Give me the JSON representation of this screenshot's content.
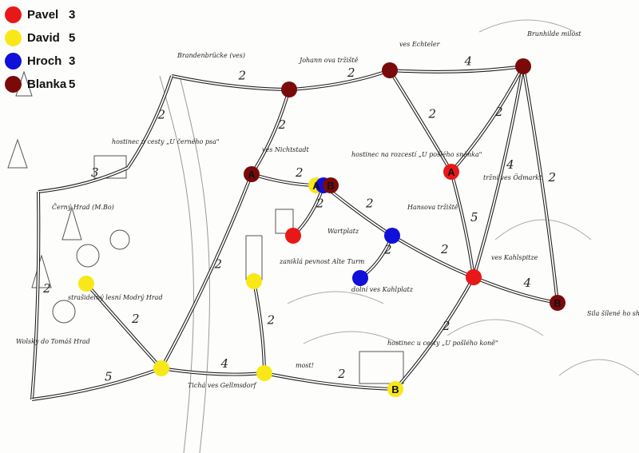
{
  "legend": [
    {
      "name": "Pavel",
      "score": "3",
      "color": "#e81818"
    },
    {
      "name": "David",
      "score": "5",
      "color": "#f8e818"
    },
    {
      "name": "Hroch",
      "score": "3",
      "color": "#1010d8"
    },
    {
      "name": "Blanka",
      "score": "5",
      "color": "#7a0a0a"
    }
  ],
  "places": [
    {
      "id": "bridge",
      "label": "Brandenbrücke (ves)"
    },
    {
      "id": "johann",
      "label": "Johann ova tržiště"
    },
    {
      "id": "echteler",
      "label": "ves Echteler"
    },
    {
      "id": "brunhilde",
      "label": "Brunhilde milost"
    },
    {
      "id": "nichtstadt",
      "label": "ves Nichtstadt"
    },
    {
      "id": "inn1",
      "label": "hostinec na rozcestí „U pošlého sněnka\""
    },
    {
      "id": "wartplatz",
      "label": "Wartplatz"
    },
    {
      "id": "hansova",
      "label": "Hansova tržiště"
    },
    {
      "id": "kahlplatz",
      "label": "dolní ves Kahlplatz"
    },
    {
      "id": "kahlspitze",
      "label": "ves Kahlspitze"
    },
    {
      "id": "odmarkt",
      "label": "tržní ves Ödmarkt"
    },
    {
      "id": "sila",
      "label": "Sila šílené ho shiba"
    },
    {
      "id": "alteturm",
      "label": "zaniklá pevnost Alte Turm"
    },
    {
      "id": "modry",
      "label": "strašidelný lesní Modrý Hrad"
    },
    {
      "id": "gellm",
      "label": "Tichá ves Gellmsdorf"
    },
    {
      "id": "most",
      "label": "most!"
    },
    {
      "id": "inn2",
      "label": "hostinec u cesty „U pošlého koně\""
    },
    {
      "id": "cerny",
      "label": "Černý Hrad (M.Bo)"
    },
    {
      "id": "inn3",
      "label": "hostinec u cesty „U černého psa\""
    },
    {
      "id": "tomas",
      "label": "Wolsky do Tomáš Hrad"
    }
  ],
  "roads": [
    {
      "from": "bridge",
      "to": "johann",
      "cost": "2"
    },
    {
      "from": "johann",
      "to": "echteler",
      "cost": "2"
    },
    {
      "from": "echteler",
      "to": "brunhilde",
      "cost": "4"
    },
    {
      "from": "johann",
      "to": "nichtstadt",
      "cost": "2"
    },
    {
      "from": "nichtstadt",
      "to": "inn1",
      "cost": "2"
    },
    {
      "from": "inn1",
      "to": "wartplatz",
      "cost": "2"
    },
    {
      "from": "inn1",
      "to": "hansova",
      "cost": "2"
    },
    {
      "from": "hansova",
      "to": "kahlplatz",
      "cost": "2"
    },
    {
      "from": "hansova",
      "to": "kahlspitze",
      "cost": "2"
    },
    {
      "from": "echteler",
      "to": "odmarkt",
      "cost": "2"
    },
    {
      "from": "odmarkt",
      "to": "brunhilde",
      "cost": "2"
    },
    {
      "from": "odmarkt",
      "to": "kahlspitze",
      "cost": "5"
    },
    {
      "from": "brunhilde",
      "to": "sila",
      "cost": "2"
    },
    {
      "from": "brunhilde",
      "to": "kahlspitze",
      "cost": "4"
    },
    {
      "from": "kahlspitze",
      "to": "sila",
      "cost": "4"
    },
    {
      "from": "kahlspitze",
      "to": "inn2",
      "cost": "2"
    },
    {
      "from": "nichtstadt",
      "to": "gellm",
      "cost": "2"
    },
    {
      "from": "bridge",
      "to": "inn3",
      "cost": "2"
    },
    {
      "from": "inn3",
      "to": "cerny",
      "cost": "3"
    },
    {
      "from": "cerny",
      "to": "tomas",
      "cost": "2"
    },
    {
      "from": "modry",
      "to": "gellm",
      "cost": "2"
    },
    {
      "from": "tomas",
      "to": "gellm",
      "cost": "5"
    },
    {
      "from": "gellm",
      "to": "most",
      "cost": "4"
    },
    {
      "from": "alteturm",
      "to": "most",
      "cost": "2"
    },
    {
      "from": "most",
      "to": "inn2",
      "cost": "2"
    }
  ],
  "tokens": [
    {
      "at": "johann",
      "player": "Blanka",
      "mark": ""
    },
    {
      "at": "echteler",
      "player": "Blanka",
      "mark": ""
    },
    {
      "at": "brunhilde",
      "player": "Blanka",
      "mark": ""
    },
    {
      "at": "nichtstadt",
      "player": "Blanka",
      "mark": "A"
    },
    {
      "at": "inn1",
      "player": "David",
      "mark": "A"
    },
    {
      "at": "inn1",
      "player": "Hroch",
      "mark": ""
    },
    {
      "at": "inn1",
      "player": "Blanka",
      "mark": "B"
    },
    {
      "at": "wartplatz",
      "player": "Pavel",
      "mark": ""
    },
    {
      "at": "hansova",
      "player": "Hroch",
      "mark": ""
    },
    {
      "at": "kahlplatz",
      "player": "Hroch",
      "mark": ""
    },
    {
      "at": "kahlspitze",
      "player": "Pavel",
      "mark": ""
    },
    {
      "at": "odmarkt",
      "player": "Pavel",
      "mark": "A"
    },
    {
      "at": "sila",
      "player": "Blanka",
      "mark": "B"
    },
    {
      "at": "alteturm",
      "player": "David",
      "mark": ""
    },
    {
      "at": "modry",
      "player": "David",
      "mark": ""
    },
    {
      "at": "gellm",
      "player": "David",
      "mark": ""
    },
    {
      "at": "most",
      "player": "David",
      "mark": ""
    },
    {
      "at": "inn2",
      "player": "David",
      "mark": "B"
    }
  ]
}
